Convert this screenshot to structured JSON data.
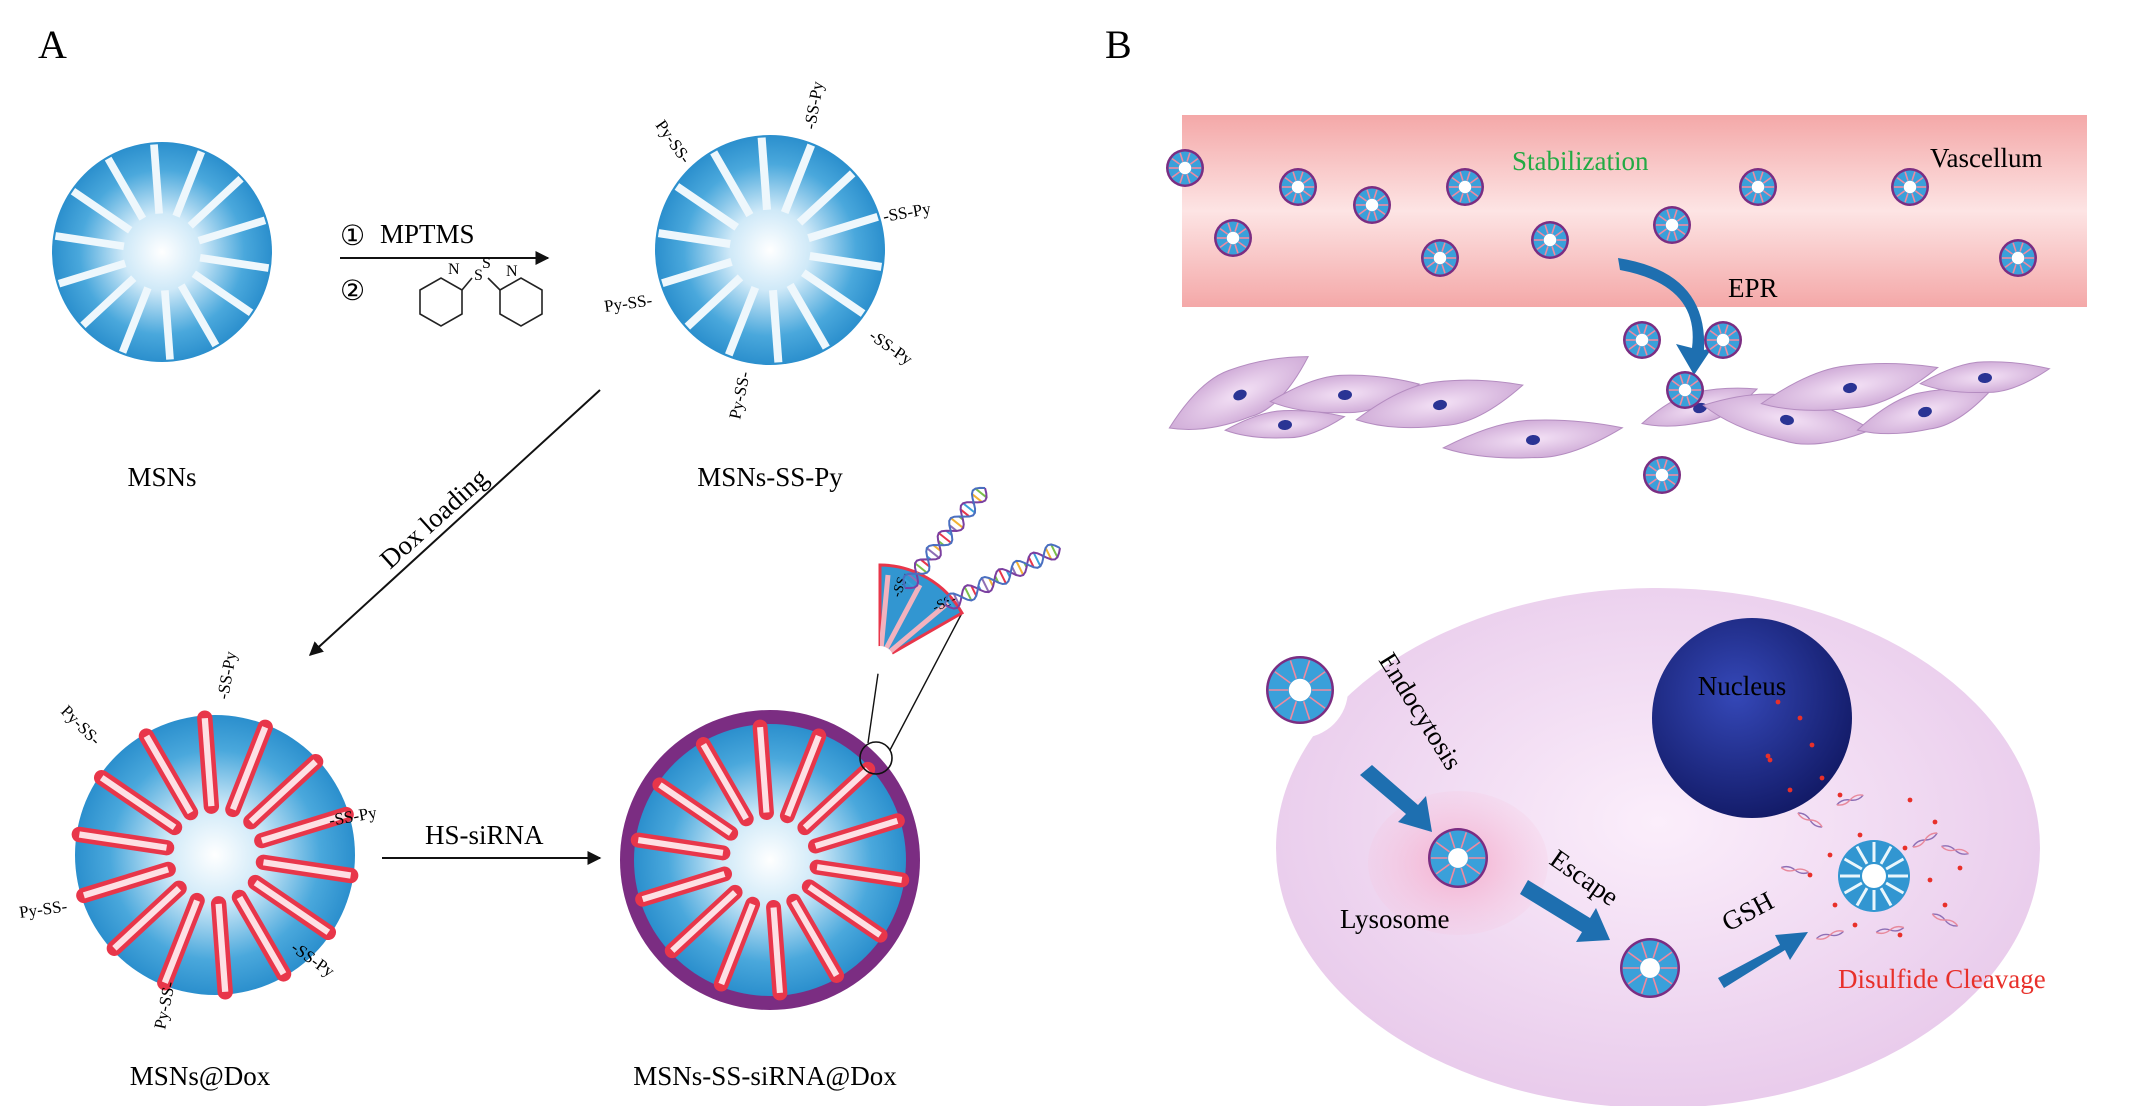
{
  "panel_a": {
    "letter": "A",
    "labels": {
      "msns": "MSNs",
      "msns_ss_py": "MSNs-SS-Py",
      "msns_dox": "MSNs@Dox",
      "msns_ss_sirna_dox": "MSNs-SS-siRNA@Dox"
    },
    "steps": {
      "step1_num": "①",
      "step1_text": "MPTMS",
      "step2_num": "②",
      "dox_loading": "Dox loading",
      "hs_sirna": "HS-siRNA"
    },
    "groups": {
      "py_ss": "Py-SS-",
      "ss_py": "-SS-Py",
      "ss": "-SS-"
    },
    "reagent_atoms": {
      "s": "S",
      "n": "N"
    }
  },
  "panel_b": {
    "letter": "B",
    "vessel": {
      "stabilization": "Stabilization",
      "vascellum": "Vascellum",
      "epr": "EPR"
    },
    "cell": {
      "nucleus": "Nucleus",
      "endocytosis": "Endocytosis",
      "lysosome": "Lysosome",
      "escape": "Escape",
      "gsh": "GSH",
      "disulfide_cleavage": "Disulfide Cleavage"
    },
    "colors": {
      "stabilization": "#22aa44",
      "disulfide_cleavage": "#e8302a",
      "particle": "#2f97d3",
      "dox": "#e8364a",
      "shell": "#7b2d82",
      "nucleus": "#1f2a8a",
      "arrow": "#1e6fb0",
      "vessel": "#f7b7b7"
    }
  }
}
